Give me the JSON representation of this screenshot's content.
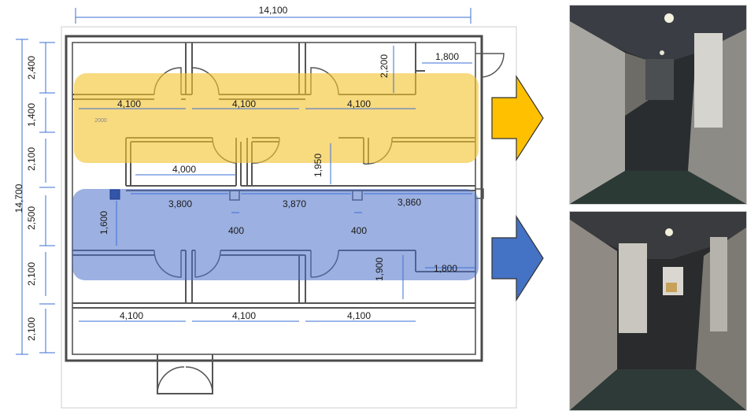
{
  "plan": {
    "dimensions": {
      "overall_width": "14,100",
      "overall_height": "14,700",
      "left_column": [
        "2,400",
        "1,400",
        "2,100",
        "2,500",
        "2,100",
        "2,100"
      ],
      "top_rooms": [
        "4,100",
        "4,100",
        "4,100"
      ],
      "top_room_depth": "2,200",
      "top_right": "1,800",
      "small_label": "2000",
      "middle_room_width": "4,000",
      "middle_depth": "1,950",
      "corridor_segments": [
        "3,800",
        "3,870",
        "3,860"
      ],
      "column_widths": [
        "400",
        "400"
      ],
      "left_vertical": "1,600",
      "lower_depth": "1,900",
      "lower_right": "1,800",
      "bottom_rooms": [
        "4,100",
        "4,100",
        "4,100"
      ]
    },
    "colors": {
      "upper_corridor_highlight": "#F4C430",
      "lower_corridor_highlight": "#4A6FC9",
      "dimension_line": "#3b6fd6",
      "wall": "#4a4a4a"
    }
  },
  "arrows": {
    "top": {
      "icon": "arrow-right-icon",
      "color": "#FFC000"
    },
    "bottom": {
      "icon": "arrow-right-icon",
      "color": "#4472C4"
    }
  },
  "photos": {
    "top": {
      "icon": "corridor-photo"
    },
    "bottom": {
      "icon": "corridor-photo"
    }
  }
}
